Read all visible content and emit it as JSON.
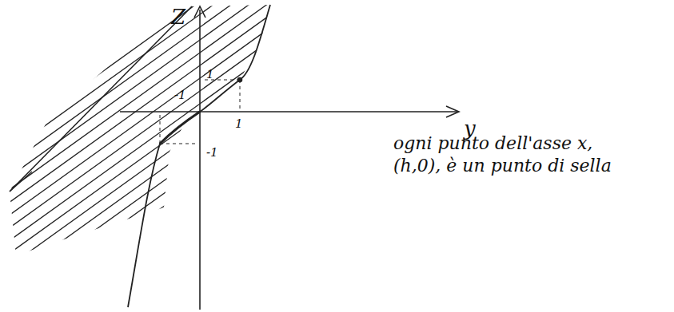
{
  "diagram": {
    "labels": [
      "Z",
      "y",
      "1",
      "-1",
      "1",
      "-1",
      "ogni punto dell'asse x, (h,0), è un punto di sella"
    ]
  }
}
